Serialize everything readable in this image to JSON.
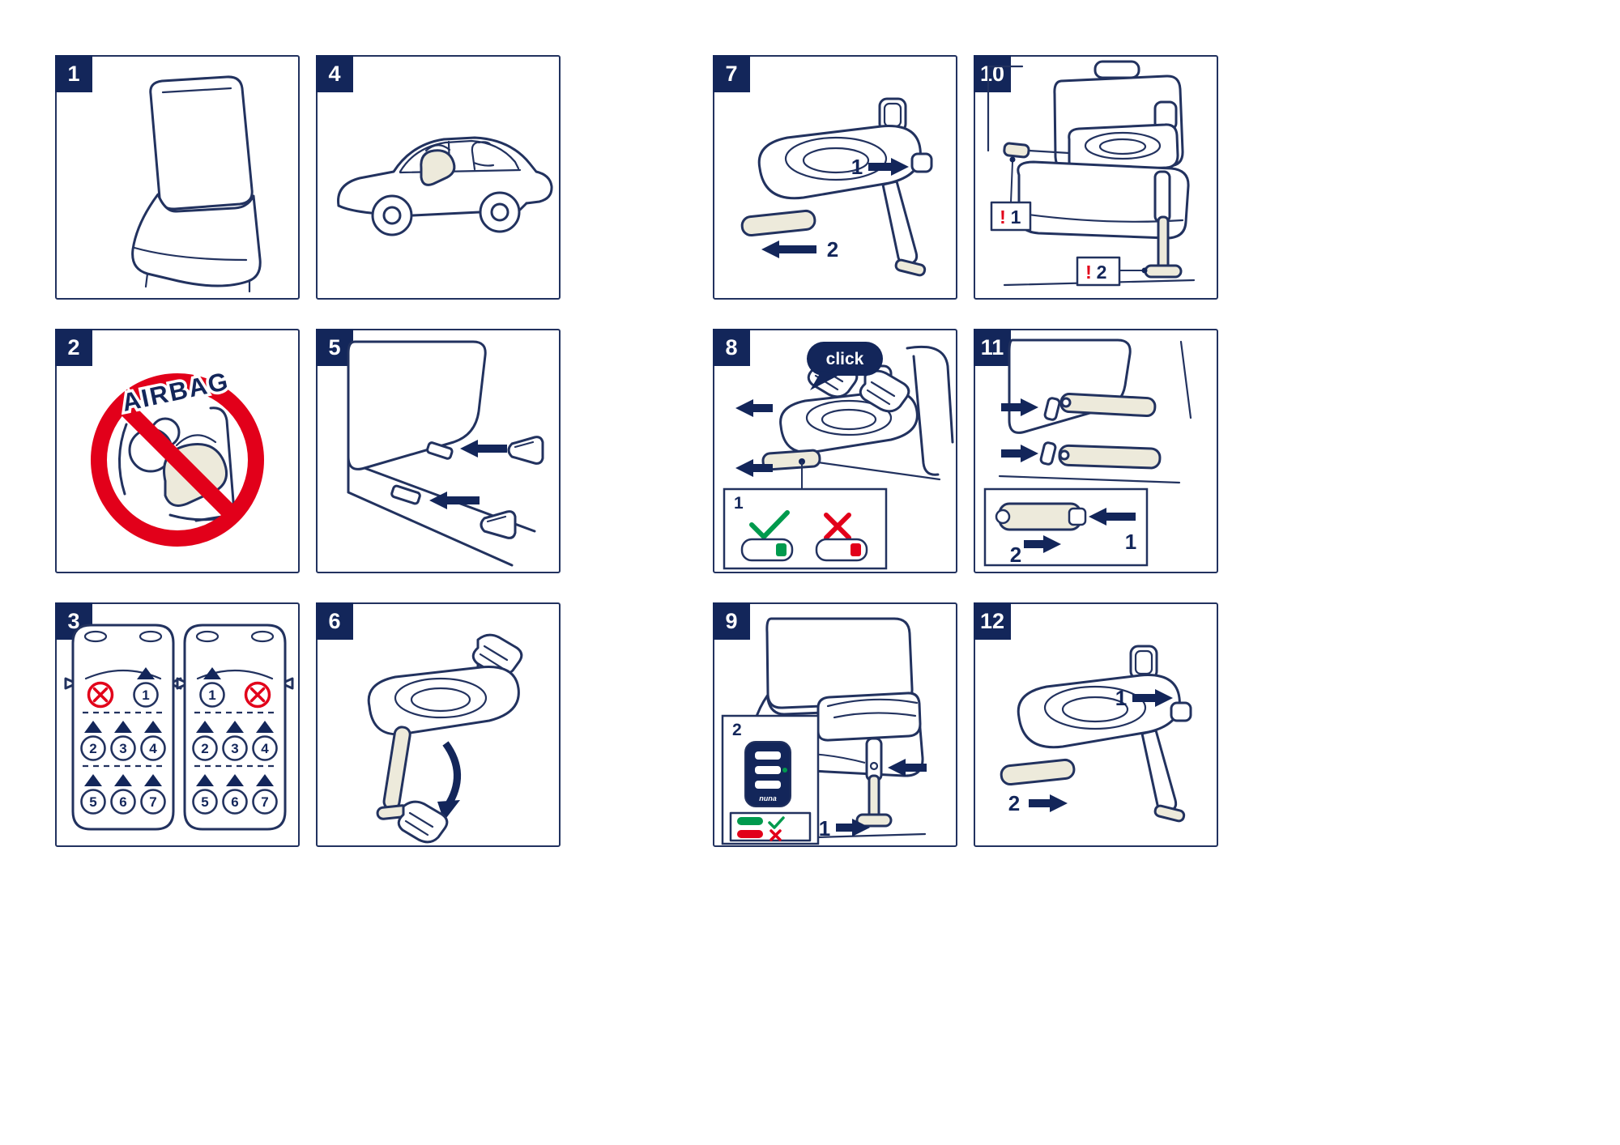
{
  "colors": {
    "line_navy": "#22325f",
    "badge_navy": "#13265a",
    "warning_red": "#e2001a",
    "ok_green": "#009a4d",
    "highlight_cream": "#edeadb",
    "background": "#ffffff"
  },
  "panels": {
    "p1": {
      "number": "1"
    },
    "p2": {
      "number": "2",
      "airbag_label": "AIRBAG"
    },
    "p3": {
      "number": "3",
      "cars": [
        {
          "front": {
            "blocked": "left",
            "allowed_seat": "1"
          },
          "middle": [
            "2",
            "3",
            "4"
          ],
          "rear": [
            "5",
            "6",
            "7"
          ]
        },
        {
          "front": {
            "blocked": "right",
            "allowed_seat": "1"
          },
          "middle": [
            "2",
            "3",
            "4"
          ],
          "rear": [
            "5",
            "6",
            "7"
          ]
        }
      ]
    },
    "p4": {
      "number": "4"
    },
    "p5": {
      "number": "5"
    },
    "p6": {
      "number": "6"
    },
    "p7": {
      "number": "7",
      "step1": "1",
      "step2": "2"
    },
    "p8": {
      "number": "8",
      "click_label": "click",
      "inset_label": "1"
    },
    "p9": {
      "number": "9",
      "inset_label": "2",
      "step1": "1",
      "brand": "nuna"
    },
    "p10": {
      "number": "10",
      "warnings": [
        {
          "mark": "!",
          "num": "1"
        },
        {
          "mark": "!",
          "num": "2"
        }
      ]
    },
    "p11": {
      "number": "11",
      "inset_step_press": "1",
      "inset_step_push": "2"
    },
    "p12": {
      "number": "12",
      "step1": "1",
      "step2": "2"
    }
  }
}
